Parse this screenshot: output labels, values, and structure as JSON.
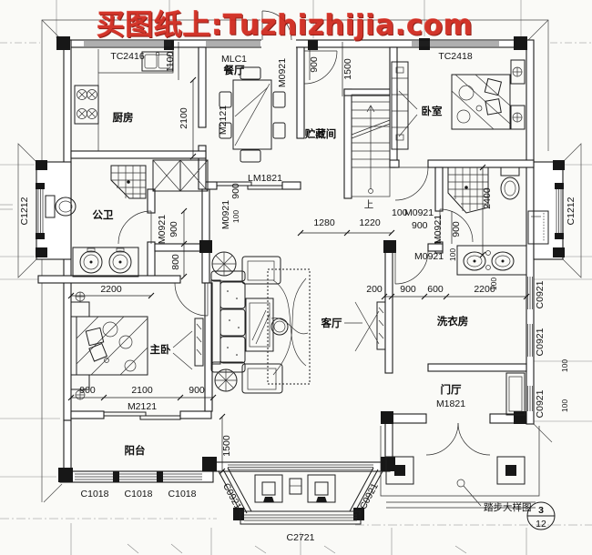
{
  "watermark": {
    "text": "买图纸上:Tuzhizhijia.com",
    "color": "#d0271b"
  },
  "rooms": {
    "kitchen": "厨房",
    "dining": "餐厅",
    "storage": "贮藏间",
    "bedroom": "卧室",
    "public_bath": "公卫",
    "master_bedroom": "主卧",
    "living_room": "客厅",
    "laundry": "洗衣房",
    "foyer": "门厅",
    "balcony": "阳台"
  },
  "codes": {
    "mlc1": "MLC1",
    "tc2416": "TC2416",
    "tc2418": "TC2418",
    "m0921": "M0921",
    "m2121": "M2121",
    "lm1821": "LM1821",
    "m1821": "M1821",
    "c1212": "C1212",
    "c0921": "C0921",
    "c1018": "C1018",
    "c2721": "C2721"
  },
  "dims": {
    "d100": "100",
    "d200": "200",
    "d600": "600",
    "d800": "800",
    "d900": "900",
    "d1100": "1100",
    "d1220": "1220",
    "d1280": "1280",
    "d1500": "1500",
    "d2100": "2100",
    "d2200": "2200",
    "d2400": "2400"
  },
  "stairs": {
    "up": "上"
  },
  "note": {
    "label": "踏步大样图",
    "detail_number": "3",
    "sheet_number": "12"
  },
  "colors": {
    "ink": "#1c1c1c",
    "paper": "#fafaf7",
    "watermark_red": "#d0271b"
  }
}
